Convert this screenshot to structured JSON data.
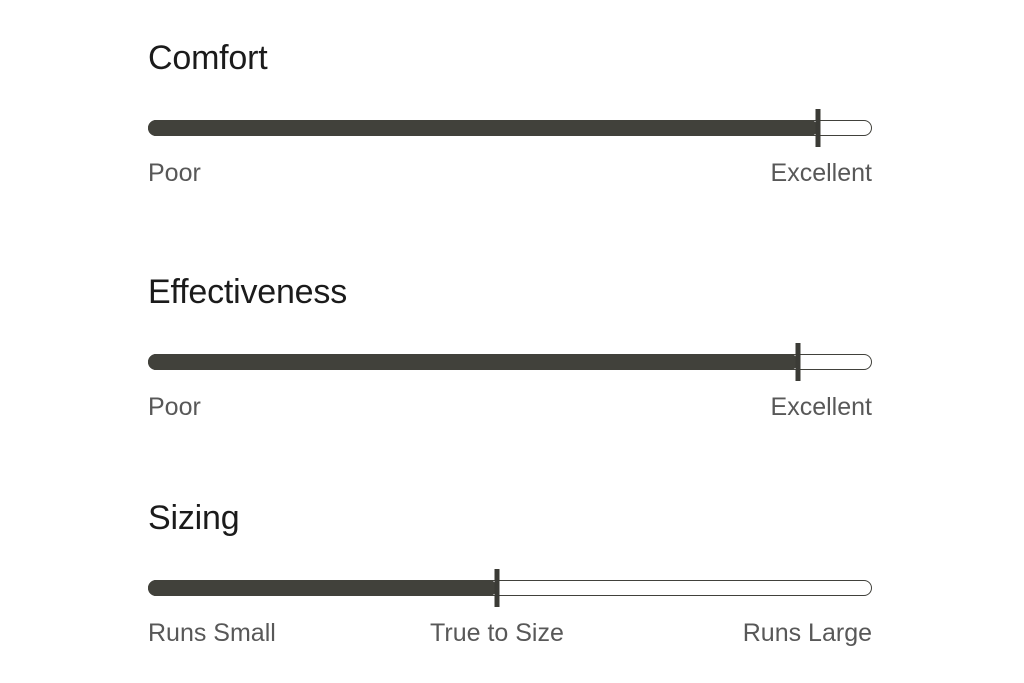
{
  "page": {
    "background_color": "#ffffff",
    "fill_color": "#41413b",
    "marker_color": "#3b3b36",
    "title_color": "#1b1b1b",
    "label_color": "#585858"
  },
  "ratings": [
    {
      "title": "Comfort",
      "value_percent": 92.5,
      "scale": [
        {
          "text": "Poor",
          "align": "align-start"
        },
        {
          "text": "Excellent",
          "align": "align-end"
        }
      ]
    },
    {
      "title": "Effectiveness",
      "value_percent": 89.8,
      "scale": [
        {
          "text": "Poor",
          "align": "align-start"
        },
        {
          "text": "Excellent",
          "align": "align-end"
        }
      ]
    },
    {
      "title": "Sizing",
      "value_percent": 48.2,
      "scale": [
        {
          "text": "Runs Small",
          "align": "align-start"
        },
        {
          "text": "True to Size",
          "align": "align-mid",
          "position_percent": 48.2
        },
        {
          "text": "Runs Large",
          "align": "align-end"
        }
      ]
    }
  ],
  "chart_data": {
    "type": "bar",
    "title": "",
    "xlabel": "",
    "ylabel": "",
    "orientation": "horizontal",
    "grid": false,
    "legend": null,
    "xlim": [
      0,
      100
    ],
    "categories": [
      "Comfort",
      "Effectiveness",
      "Sizing"
    ],
    "values": [
      92.5,
      89.8,
      48.2
    ],
    "tick_labels": [
      [
        "Poor",
        "Excellent"
      ],
      [
        "Poor",
        "Excellent"
      ],
      [
        "Runs Small",
        "True to Size",
        "Runs Large"
      ]
    ],
    "annotations": [
      "Comfort rated near Excellent",
      "Effectiveness rated near Excellent",
      "Sizing rated approximately True to Size"
    ]
  }
}
